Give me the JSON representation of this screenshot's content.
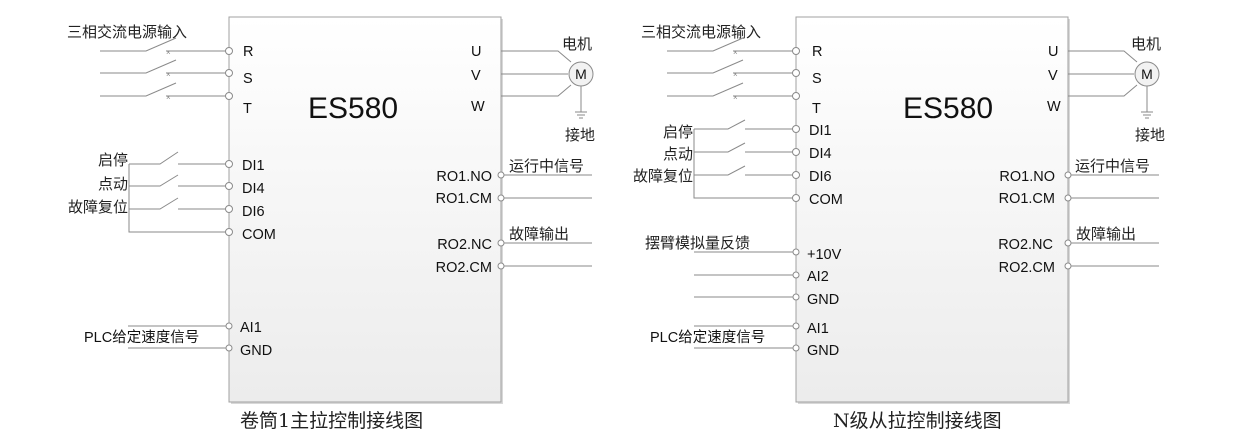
{
  "diagrams": [
    {
      "caption": "卷筒1主拉控制接线图",
      "model": "ES580",
      "power_input_label": "三相交流电源输入",
      "power_pins": [
        "R",
        "S",
        "T"
      ],
      "output_pins": [
        "U",
        "V",
        "W"
      ],
      "motor_label": "电机",
      "motor_symbol": "M",
      "ground_label": "接地",
      "di_labels": [
        "启停",
        "点动",
        "故障复位"
      ],
      "di_pins": [
        "DI1",
        "DI4",
        "DI6",
        "COM"
      ],
      "analog_feedback": null,
      "speed_signal_label": "PLC给定速度信号",
      "speed_pins": [
        "AI1",
        "GND"
      ],
      "relay_outputs": [
        {
          "label": "运行中信号",
          "pins": [
            "RO1.NO",
            "RO1.CM"
          ]
        },
        {
          "label": "故障输出",
          "pins": [
            "RO2.NC",
            "RO2.CM"
          ]
        }
      ]
    },
    {
      "caption": "N级从拉控制接线图",
      "model": "ES580",
      "power_input_label": "三相交流电源输入",
      "power_pins": [
        "R",
        "S",
        "T"
      ],
      "output_pins": [
        "U",
        "V",
        "W"
      ],
      "motor_label": "电机",
      "motor_symbol": "M",
      "ground_label": "接地",
      "di_labels": [
        "启停",
        "点动",
        "故障复位"
      ],
      "di_pins": [
        "DI1",
        "DI4",
        "DI6",
        "COM"
      ],
      "analog_feedback": {
        "label": "摆臂模拟量反馈",
        "pins": [
          "+10V",
          "AI2",
          "GND"
        ]
      },
      "speed_signal_label": "PLC给定速度信号",
      "speed_pins": [
        "AI1",
        "GND"
      ],
      "relay_outputs": [
        {
          "label": "运行中信号",
          "pins": [
            "RO1.NO",
            "RO1.CM"
          ]
        },
        {
          "label": "故障输出",
          "pins": [
            "RO2.NC",
            "RO2.CM"
          ]
        }
      ]
    }
  ],
  "colors": {
    "wire": "#8a8a8a",
    "box_top": "#ffffff",
    "box_bottom": "#eeeeee",
    "box_border": "#9a9a9a"
  }
}
